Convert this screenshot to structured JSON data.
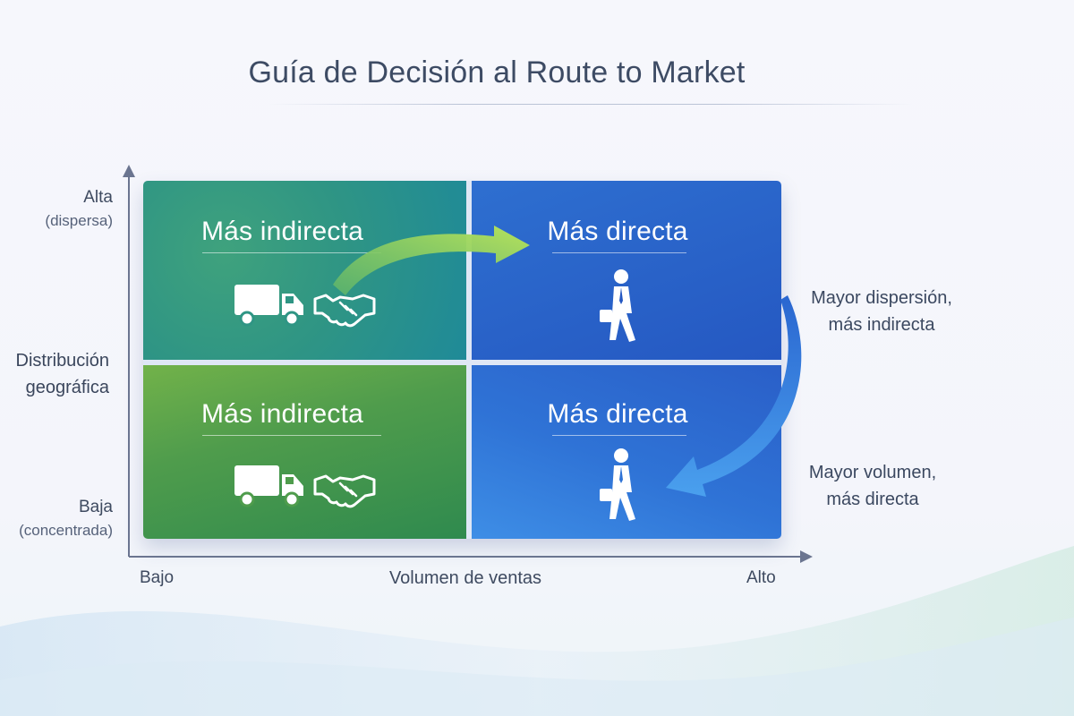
{
  "title": "Guía de Decisión al Route to Market",
  "y_axis": {
    "label_line1": "Distribución",
    "label_line2": "geográfica",
    "top_label": "Alta",
    "top_sublabel": "(dispersa)",
    "bottom_label": "Baja",
    "bottom_sublabel": "(concentrada)"
  },
  "x_axis": {
    "label": "Volumen de ventas",
    "left_label": "Bajo",
    "right_label": "Alto"
  },
  "quadrants": {
    "top_left": {
      "label": "Más indirecta",
      "icons": [
        "truck-icon",
        "handshake-icon"
      ],
      "color": "#2f9584"
    },
    "top_right": {
      "label": "Más directa",
      "icons": [
        "salesperson-icon"
      ],
      "color": "#2558c2"
    },
    "bottom_left": {
      "label": "Más indirecta",
      "icons": [
        "truck-icon",
        "handshake-icon"
      ],
      "color": "#4f9c4c"
    },
    "bottom_right": {
      "label": "Más directa",
      "icons": [
        "salesperson-icon"
      ],
      "color": "#2f73d6"
    }
  },
  "notes": {
    "top_line1": "Mayor dispersión,",
    "top_line2": "más indirecta",
    "bottom_line1": "Mayor volumen,",
    "bottom_line2": "más directa"
  },
  "colors": {
    "title": "#3d4b64",
    "green_arrow": "#9bd04f",
    "blue_arrow": "#2f7be0"
  }
}
